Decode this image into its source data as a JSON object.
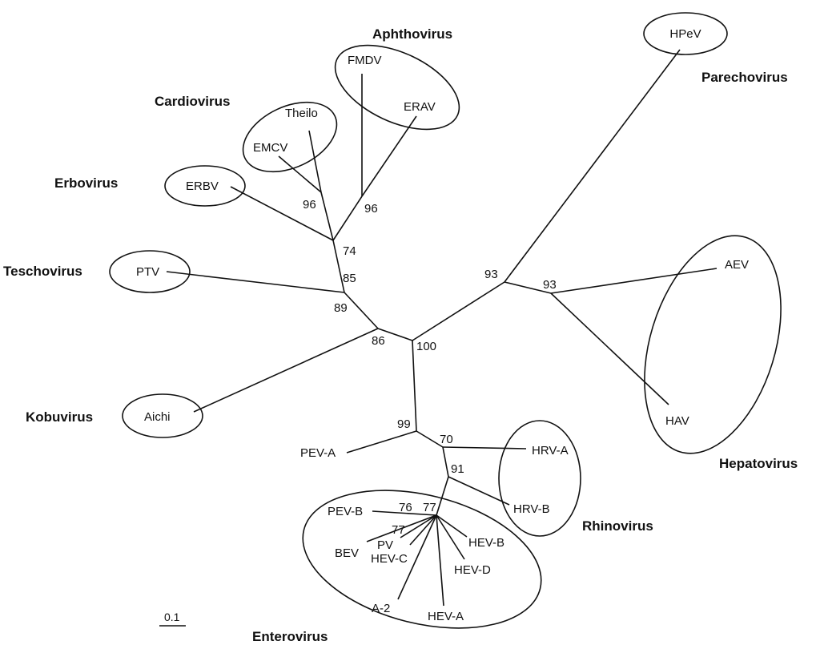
{
  "genera": {
    "aphthovirus": "Aphthovirus",
    "cardiovirus": "Cardiovirus",
    "erbovirus": "Erbovirus",
    "teschovirus": "Teschovirus",
    "kobuvirus": "Kobuvirus",
    "parechovirus": "Parechovirus",
    "hepatovirus": "Hepatovirus",
    "rhinovirus": "Rhinovirus",
    "enterovirus": "Enterovirus"
  },
  "taxa": {
    "hpev": "HPeV",
    "fmdv": "FMDV",
    "erav": "ERAV",
    "theilo": "Theilo",
    "emcv": "EMCV",
    "erbv": "ERBV",
    "ptv": "PTV",
    "aichi": "Aichi",
    "aev": "AEV",
    "hav": "HAV",
    "pev_a": "PEV-A",
    "hrv_a": "HRV-A",
    "hrv_b": "HRV-B",
    "pev_b": "PEV-B",
    "pv": "PV",
    "bev": "BEV",
    "hev_c": "HEV-C",
    "hev_b": "HEV-B",
    "hev_d": "HEV-D",
    "a2": "A-2",
    "hev_a": "HEV-A"
  },
  "bootstrap": {
    "cardio_node": "96",
    "aphtho_node": "96",
    "node_74": "74",
    "node_85": "85",
    "node_89": "89",
    "node_86": "86",
    "root_node": "100",
    "parecho_node": "93",
    "hepato_node": "93",
    "node_99": "99",
    "node_70": "70",
    "node_91": "91",
    "node_76": "76",
    "node_77_top": "77",
    "node_77_inner": "77"
  },
  "scale_bar": "0.1"
}
